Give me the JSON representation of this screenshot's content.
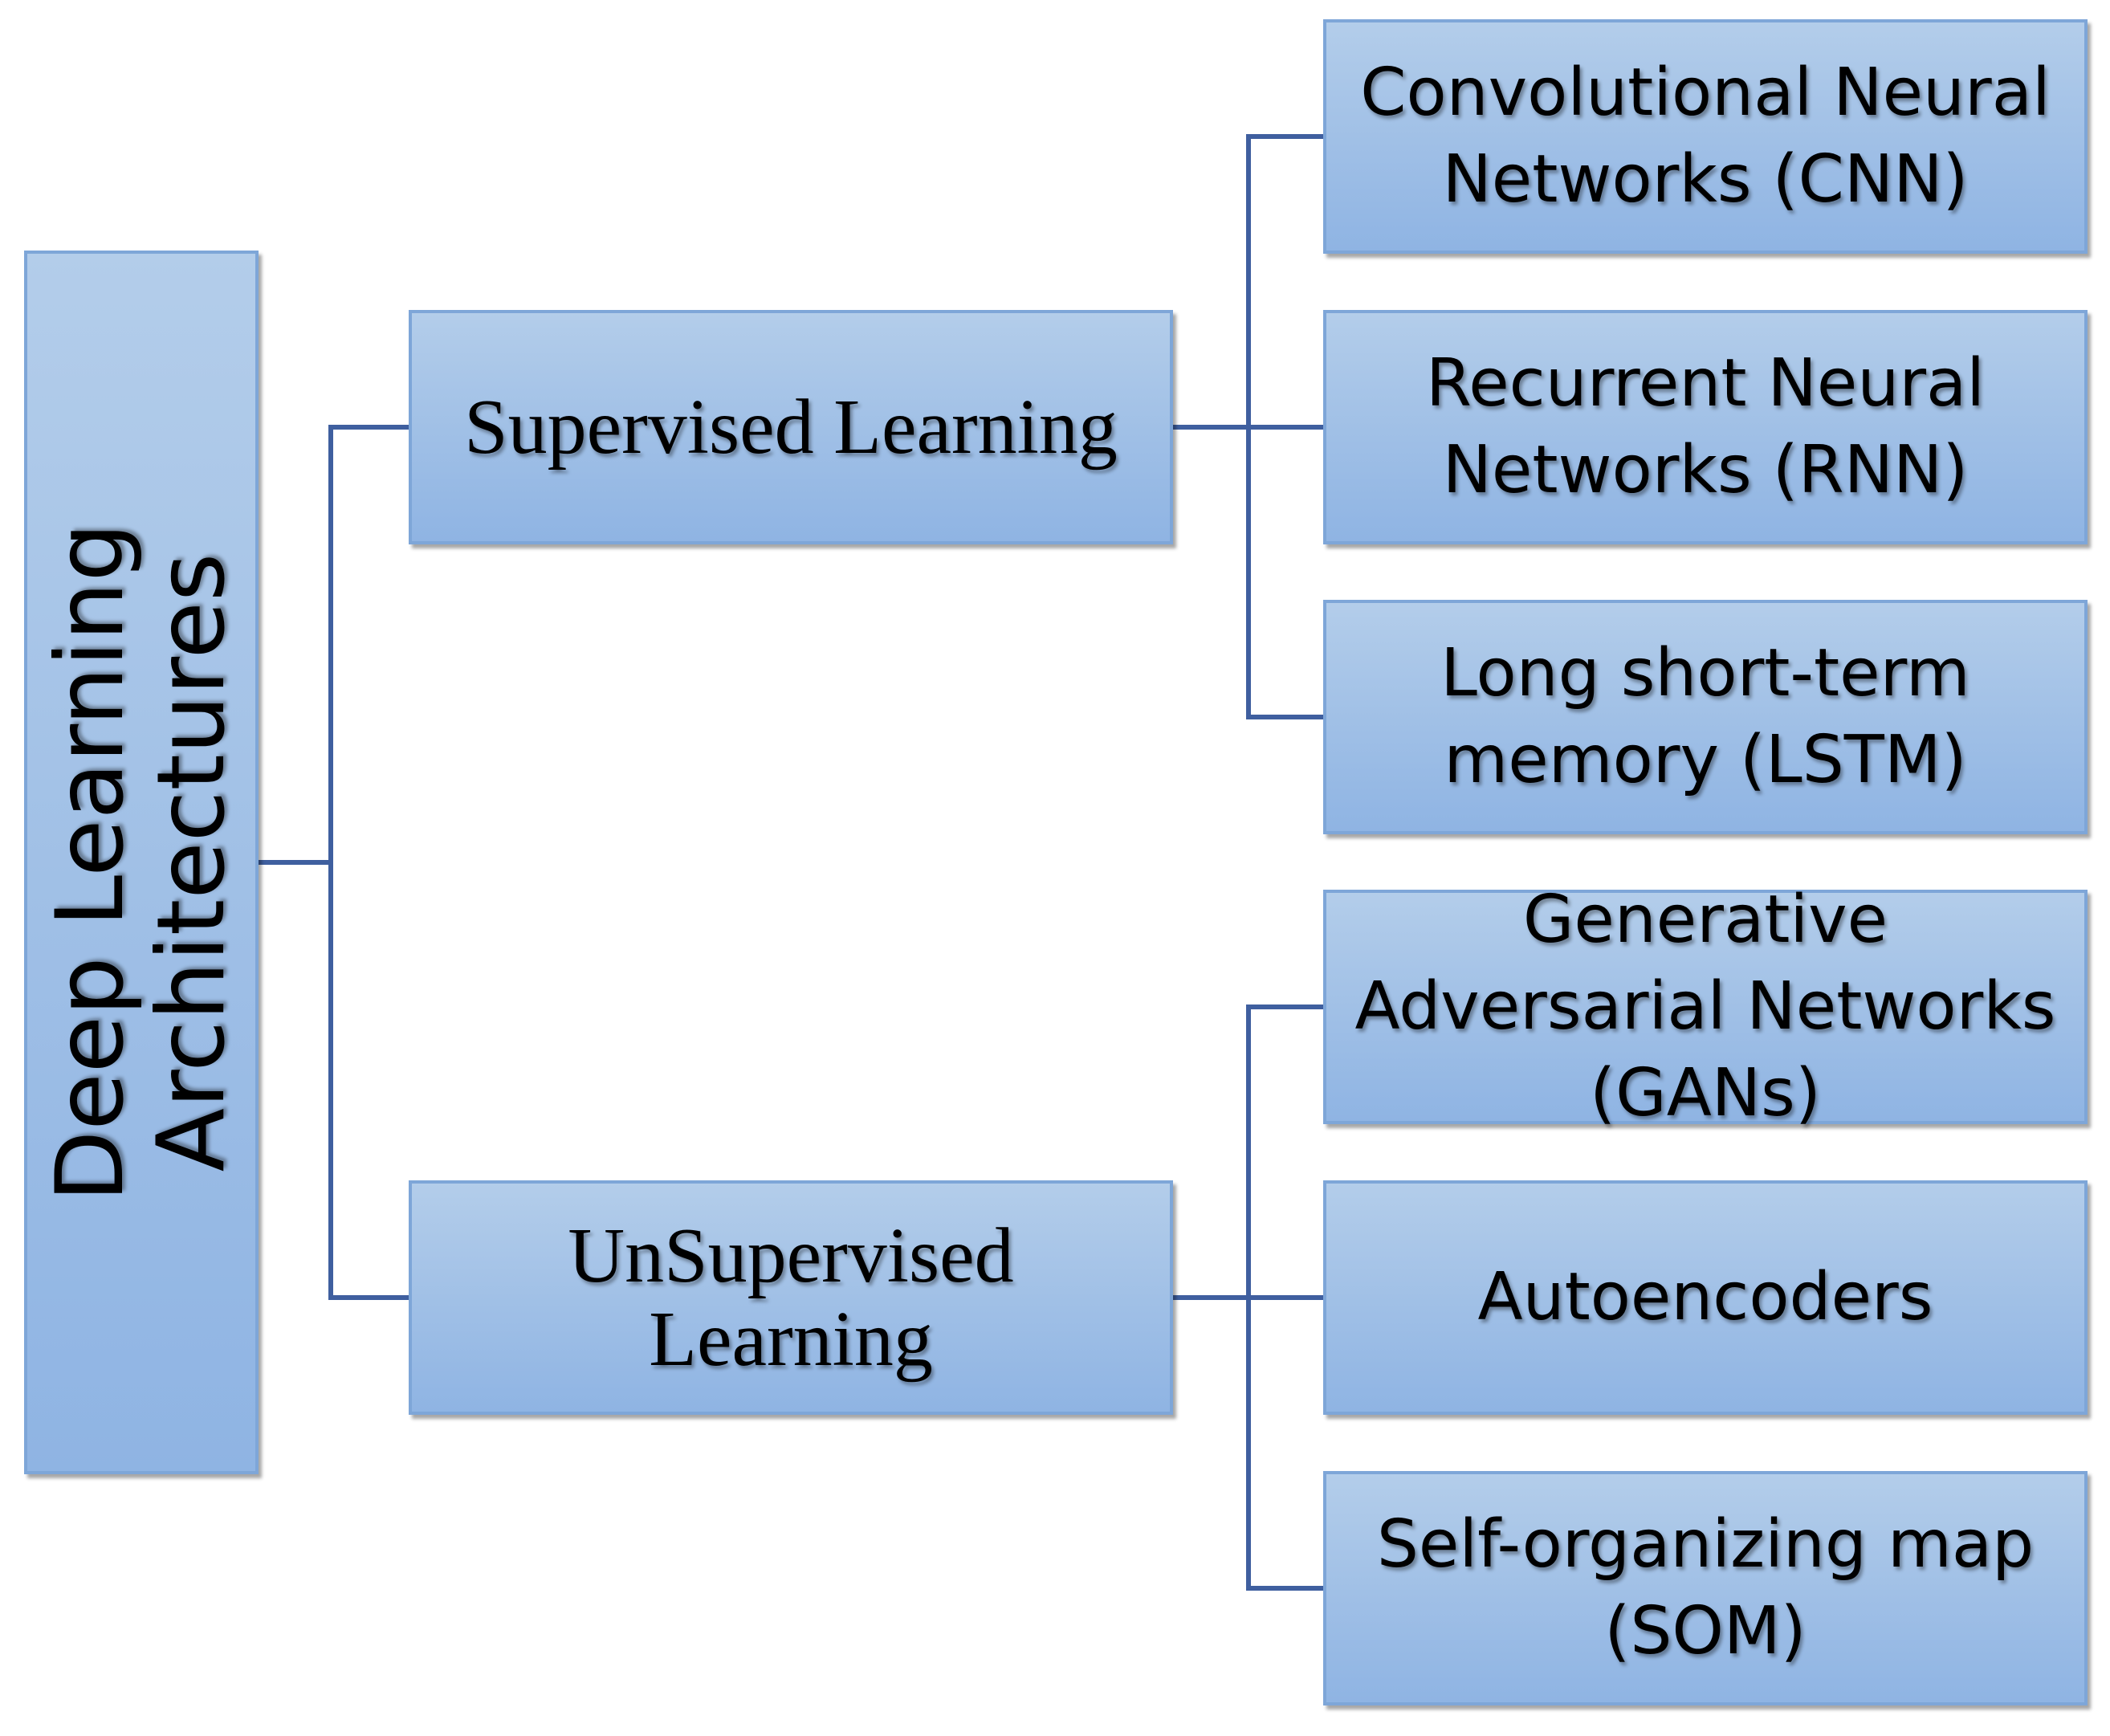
{
  "root": {
    "label": "Deep Learning\nArchitectures"
  },
  "categories": {
    "supervised": {
      "label": "Supervised Learning",
      "children": [
        {
          "label": "Convolutional Neural Networks (CNN)"
        },
        {
          "label": "Recurrent Neural Networks (RNN)"
        },
        {
          "label": "Long short-term memory (LSTM)"
        }
      ]
    },
    "unsupervised": {
      "label": "UnSupervised Learning",
      "children": [
        {
          "label": "Generative Adversarial Networks (GANs)"
        },
        {
          "label": "Autoencoders"
        },
        {
          "label": "Self-organizing map (SOM)"
        }
      ]
    }
  },
  "colors": {
    "box_fill": "#9fbfe6",
    "box_border": "#7ea6d8",
    "connector": "#3f5f9f"
  }
}
